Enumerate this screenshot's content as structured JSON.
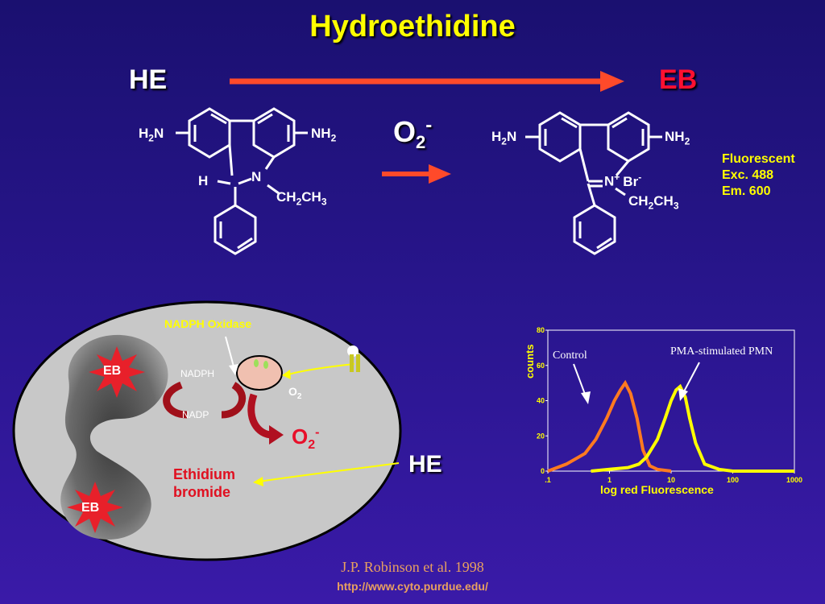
{
  "title": "Hydroethidine",
  "reaction": {
    "reactant": "HE",
    "product": "EB",
    "oxidant_main": "O",
    "oxidant_sub": "2",
    "oxidant_sup": "-"
  },
  "he_molecule": {
    "left_group_main": "H",
    "left_group_sub": "2",
    "left_group_end": "N",
    "right_group_main": "NH",
    "right_group_sub": "2",
    "h_label": "H",
    "n_label": "N",
    "ethyl_a": "CH",
    "ethyl_sub1": "2",
    "ethyl_b": "CH",
    "ethyl_sub2": "3"
  },
  "eb_molecule": {
    "left_group_main": "H",
    "left_group_sub": "2",
    "left_group_end": "N",
    "right_group_main": "NH",
    "right_group_sub": "2",
    "n_label": "N",
    "charge": "+",
    "counter_ion": "Br",
    "counter_sup": "-",
    "ethyl_a": "CH",
    "ethyl_sub1": "2",
    "ethyl_b": "CH",
    "ethyl_sub2": "3"
  },
  "fluorescence": [
    "Fluorescent",
    "Exc. 488",
    "Em. 600"
  ],
  "cell": {
    "eb_top": "EB",
    "eb_bottom": "EB",
    "enzyme": "NADPH Oxidase",
    "nadph": "NADPH",
    "nadp": "NADP",
    "o2_main": "O",
    "o2_sub": "2",
    "superoxide_main": "O",
    "superoxide_sub": "2",
    "superoxide_sup": "-",
    "he_label": "HE",
    "ethidium_line1": "Ethidium",
    "ethidium_line2": "bromide"
  },
  "chart_data": {
    "type": "line",
    "xlabel": "log red Fluorescence",
    "ylabel": "counts",
    "x_scale": "log",
    "xlim": [
      0.1,
      1000
    ],
    "ylim": [
      0,
      80
    ],
    "x_ticks": [
      ".1",
      "1",
      "10",
      "100",
      "1000"
    ],
    "y_ticks": [
      "0",
      "20",
      "40",
      "60",
      "80"
    ],
    "annotations": [
      "Control",
      "PMA-stimulated PMN"
    ],
    "colors": {
      "control": "#ff7a20",
      "pma": "#ffff00"
    },
    "series": [
      {
        "name": "Control",
        "x": [
          0.1,
          0.2,
          0.4,
          0.6,
          0.9,
          1.2,
          1.5,
          1.8,
          2.2,
          2.8,
          3.5,
          4.5,
          6,
          10
        ],
        "y": [
          0,
          4,
          10,
          18,
          30,
          40,
          46,
          50,
          44,
          30,
          12,
          3,
          1,
          0
        ]
      },
      {
        "name": "PMA-stimulated PMN",
        "x": [
          0.5,
          1,
          2,
          3,
          4,
          6,
          8,
          10,
          12,
          14,
          17,
          20,
          25,
          35,
          60,
          100,
          1000
        ],
        "y": [
          0,
          1,
          2,
          4,
          8,
          18,
          30,
          40,
          46,
          48,
          42,
          30,
          16,
          4,
          1,
          0,
          0
        ]
      }
    ]
  },
  "credit": {
    "reference": "J.P. Robinson et al. 1998",
    "url": "http://www.cyto.purdue.edu/"
  }
}
